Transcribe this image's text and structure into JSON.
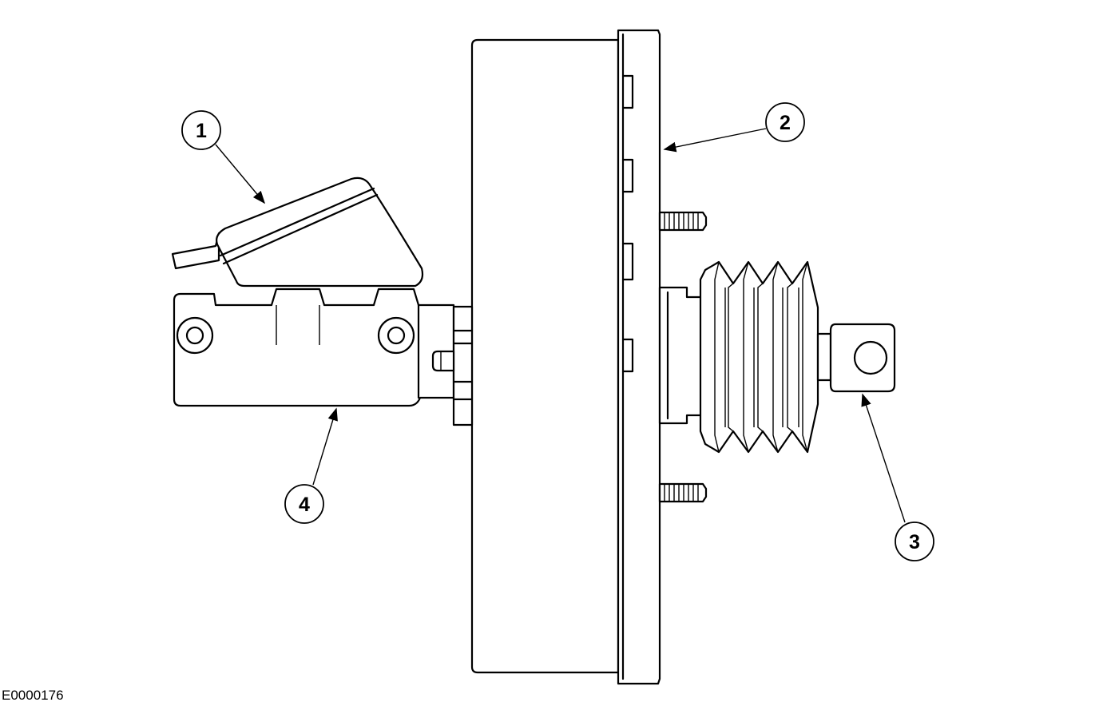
{
  "callouts": [
    {
      "id": "1",
      "label": "1"
    },
    {
      "id": "2",
      "label": "2"
    },
    {
      "id": "3",
      "label": "3"
    },
    {
      "id": "4",
      "label": "4"
    }
  ],
  "figure_id": "E0000176"
}
